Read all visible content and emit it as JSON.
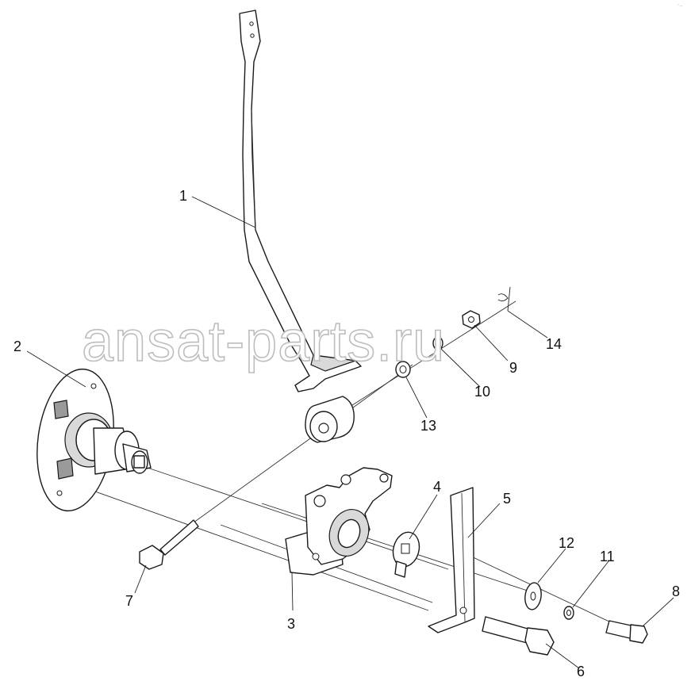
{
  "watermark": "ansat-parts.ru",
  "corner_mark": "° —",
  "callouts": [
    "1",
    "2",
    "3",
    "4",
    "5",
    "6",
    "7",
    "8",
    "9",
    "10",
    "11",
    "12",
    "13",
    "14"
  ]
}
